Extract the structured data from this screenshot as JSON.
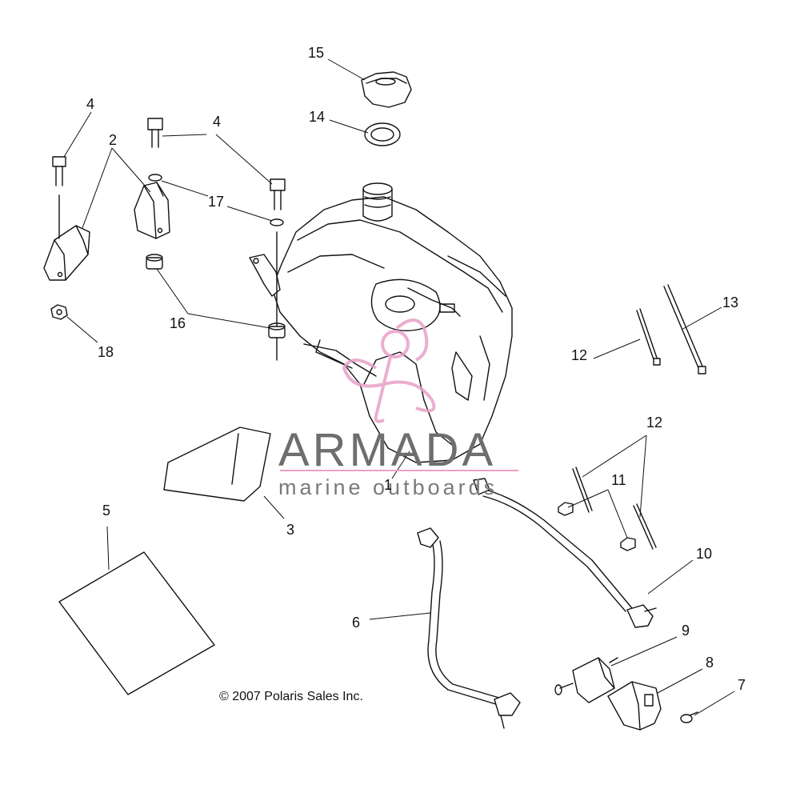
{
  "diagram": {
    "callouts": {
      "c1": "1",
      "c2": "2",
      "c3": "3",
      "c4a": "4",
      "c4b": "4",
      "c5": "5",
      "c6": "6",
      "c7": "7",
      "c8": "8",
      "c9": "9",
      "c10": "10",
      "c11": "11",
      "c12a": "12",
      "c12b": "12",
      "c13": "13",
      "c14": "14",
      "c15": "15",
      "c16": "16",
      "c17": "17",
      "c18": "18"
    },
    "copyright": "© 2007 Polaris Sales Inc."
  },
  "watermark": {
    "title": "ARMADA",
    "subtitle": "marine outboards",
    "logo_color": "#e8a0c8",
    "text_color": "#707070"
  }
}
